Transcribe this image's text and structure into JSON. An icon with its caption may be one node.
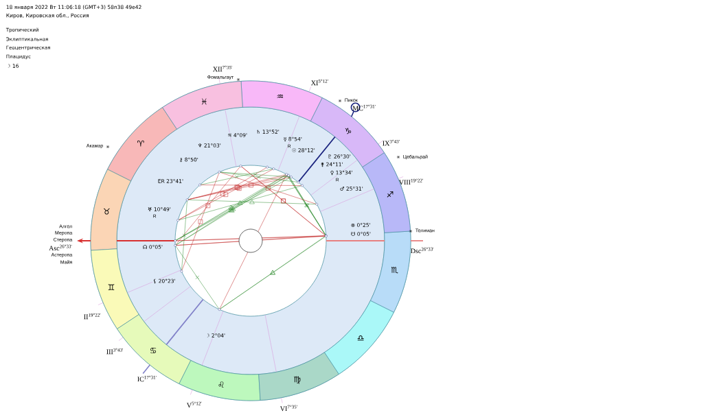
{
  "diagram": {
    "labels": [
      "18 января 2022  Вт  11:06:18 (GMT+3) 58n38  49e42",
      "Киров, Кировская обл., Россия",
      "Тропический",
      "Эклиптикальная",
      "Геоцентрическая",
      "Плацидус",
      "☽ 16",
      "XII$^{7°35'}$",
      "Фомальгаут",
      "XI$^{5°12'}$",
      "Пикок",
      "MC$^{17°31'}$",
      "IX$^{3°43'}$",
      "Акамар",
      "Цебальрай",
      "VIII$^{19°22'}$",
      "Толиман",
      "Dsc$^{26°33'}$",
      "Алгол",
      "Меропа",
      "Стеропа",
      "Asc$^{26°33'}$",
      "Астеропа",
      "Майя",
      "II$^{19°22'}$",
      "III$^{3°43'}$",
      "IC$^{17°31'}$",
      "V$^{5°12'}$",
      "VI$^{7°35'}$",
      "♃ 4°09'",
      "♄ 13°52'",
      "☿ 8°54'",
      "R",
      "☉ 28°12'",
      "♇ 26°30'",
      "⚵ 24°11'",
      "♀ 13°34'",
      "R",
      "♂ 25°31'",
      "♆ 21°03'",
      "⚷ 8°50'",
      "ER 23°41'",
      "♅ 10°49'",
      "R",
      "⊗ 0°25'",
      "☋ 0°05'",
      "☊ 0°05'",
      "⚸ 20°23'",
      "☽ 2°04'",
      "♈",
      "♉",
      "♊",
      "♋",
      "♌",
      "♍",
      "♎",
      "♏",
      "♐",
      "♑",
      "♒",
      "♓"
    ]
  }
}
